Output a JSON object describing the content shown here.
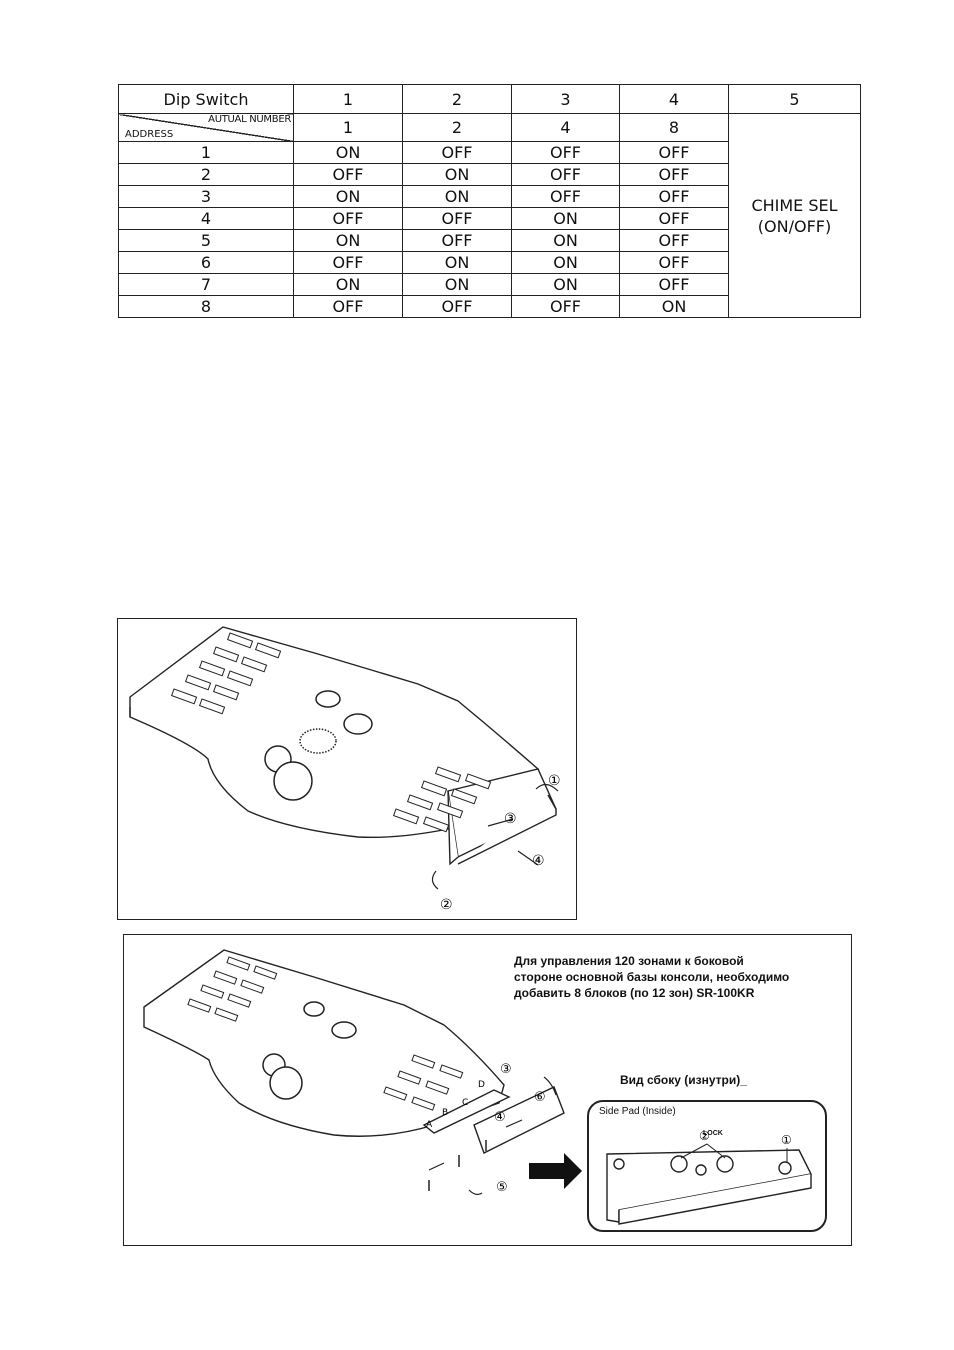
{
  "table": {
    "header": [
      "Dip Switch",
      "1",
      "2",
      "3",
      "4",
      "5"
    ],
    "diag_top": "AUTUAL NUMBER",
    "diag_bottom": "ADDRESS",
    "actual_numbers": [
      "1",
      "2",
      "4",
      "8"
    ],
    "chime_line1": "CHIME SEL",
    "chime_line2": "(ON/OFF)",
    "rows": [
      {
        "addr": "1",
        "s": [
          "ON",
          "OFF",
          "OFF",
          "OFF"
        ]
      },
      {
        "addr": "2",
        "s": [
          "OFF",
          "ON",
          "OFF",
          "OFF"
        ]
      },
      {
        "addr": "3",
        "s": [
          "ON",
          "ON",
          "OFF",
          "OFF"
        ]
      },
      {
        "addr": "4",
        "s": [
          "OFF",
          "OFF",
          "ON",
          "OFF"
        ]
      },
      {
        "addr": "5",
        "s": [
          "ON",
          "OFF",
          "ON",
          "OFF"
        ]
      },
      {
        "addr": "6",
        "s": [
          "OFF",
          "ON",
          "ON",
          "OFF"
        ]
      },
      {
        "addr": "7",
        "s": [
          "ON",
          "ON",
          "ON",
          "OFF"
        ]
      },
      {
        "addr": "8",
        "s": [
          "OFF",
          "OFF",
          "OFF",
          "ON"
        ]
      }
    ]
  },
  "figure1": {
    "steps": [
      "①",
      "②",
      "③",
      "④"
    ]
  },
  "figure2": {
    "note_line1": "Для управления 120 зонами к боковой",
    "note_line2": "стороне основной базы консоли, необходимо",
    "note_line3": "добавить 8 блоков (по 12 зон) SR-100KR",
    "side_view_label": "Вид сбоку (изнутри)_",
    "side_pad_label": "Side Pad (Inside)",
    "lock_label": "LOCK",
    "steps": [
      "③",
      "④",
      "⑤",
      "⑥",
      "②",
      "①"
    ],
    "part_letters": [
      "D",
      "C",
      "B",
      "A"
    ]
  }
}
